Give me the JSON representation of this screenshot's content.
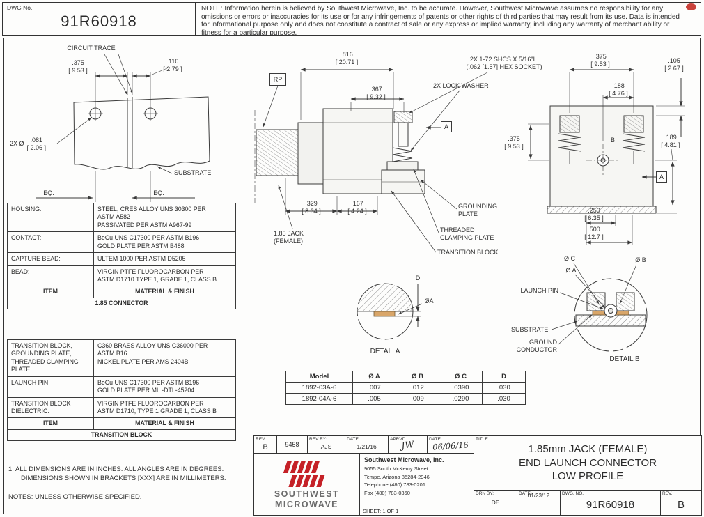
{
  "colors": {
    "logo_red": "#c52127",
    "mark_red": "#c9423b",
    "copper": "#d9a669"
  },
  "header": {
    "dwg_no_label": "DWG No.:",
    "dwg_no": "91R60918",
    "note": "NOTE: Information herein is believed by Southwest Microwave, Inc. to be accurate. However, Southwest Microwave assumes no responsibility for any omissions or errors or inaccuracies for its use or for any infringements of patents or other rights of third parties that may result from its use.  Data is intended for informational purpose only and does not constitute a contract of sale or any express or implied warranty, including any warranty of merchant ability or fitness for a particular purpose."
  },
  "circuit_view": {
    "title": "CIRCUIT TRACE",
    "dim_pitch": ".375\n[ 9.53 ]",
    "dim_trace": ".110\n[ 2.79 ]",
    "hole_prefix": "2X Ø",
    "hole_dim": ".081\n[ 2.06 ]",
    "substrate": "SUBSTRATE",
    "eq_left": "EQ.",
    "eq_right": "EQ."
  },
  "side_view": {
    "dim_816": ".816\n[ 20.71 ]",
    "rp": "RP",
    "dim_367": ".367\n[ 9.32 ]",
    "shcs_note": "2X 1-72 SHCS X 5/16\"L.\n(.062 [1.57] HEX SOCKET)",
    "lock_washer": "2X LOCK WASHER",
    "section_a": "A",
    "dim_329": ".329\n[ 8.34 ]",
    "dim_167": ".167\n[ 4.24 ]",
    "jack_label": "1.85 JACK\n(FEMALE)",
    "grounding_plate": "GROUNDING\nPLATE",
    "clamping_plate": "THREADED\nCLAMPING PLATE",
    "transition_block": "TRANSITION BLOCK"
  },
  "front_view": {
    "dim_375_top": ".375\n[ 9.53 ]",
    "dim_188": ".188\n[ 4.76 ]",
    "dim_105": ".105\n[ 2.67 ]",
    "dim_189": ".189\n[ 4.81 ]",
    "dim_375_left": ".375\n[ 9.53 ]",
    "b_label": "B",
    "dim_250": ".250\n[ 6.35 ]",
    "dim_500": ".500\n[ 12.7 ]",
    "section_a": "A"
  },
  "detail_a": {
    "d_label": "D",
    "dia_a": "ØA",
    "caption": "DETAIL A"
  },
  "detail_b": {
    "dia_c": "Ø C",
    "dia_a": "Ø A",
    "dia_b": "Ø B",
    "launch_pin": "LAUNCH PIN",
    "substrate": "SUBSTRATE",
    "ground_conductor": "GROUND\nCONDUCTOR",
    "caption": "DETAIL B"
  },
  "connector_table": {
    "rows": [
      {
        "item": "HOUSING:",
        "material": "STEEL, CRES ALLOY UNS 30300 PER\nASTM A582\nPASSIVATED PER ASTM A967-99"
      },
      {
        "item": "CONTACT:",
        "material": "BeCu UNS C17300 PER ASTM B196\nGOLD PLATE PER ASTM B488"
      },
      {
        "item": "CAPTURE BEAD:",
        "material": "ULTEM 1000 PER ASTM D5205"
      },
      {
        "item": "BEAD:",
        "material": "VIRGIN PTFE FLUOROCARBON PER\nASTM D1710 TYPE 1, GRADE 1, CLASS B"
      }
    ],
    "item_header": "ITEM",
    "material_header": "MATERIAL & FINISH",
    "footer": "1.85 CONNECTOR"
  },
  "transition_table": {
    "rows": [
      {
        "item": "TRANSITION BLOCK,\nGROUNDING PLATE,\nTHREADED CLAMPING\nPLATE:",
        "material": "C360 BRASS ALLOY UNS C36000 PER\nASTM B16.\nNICKEL PLATE PER AMS 2404B"
      },
      {
        "item": "LAUNCH PIN:",
        "material": "BeCu UNS C17300 PER ASTM B196\nGOLD PLATE PER MIL-DTL-45204"
      },
      {
        "item": "TRANSITION BLOCK\nDIELECTRIC:",
        "material": "VIRGIN PTFE FLUOROCARBON PER\nASTM D1710, TYPE 1 GRADE 1, CLASS B"
      }
    ],
    "item_header": "ITEM",
    "material_header": "MATERIAL & FINISH",
    "footer": "TRANSITION BLOCK"
  },
  "model_table": {
    "headers": [
      "Model",
      "Ø A",
      "Ø B",
      "Ø C",
      "D"
    ],
    "rows": [
      [
        "1892-03A-6",
        ".007",
        ".012",
        ".0390",
        ".030"
      ],
      [
        "1892-04A-6",
        ".005",
        ".009",
        ".0290",
        ".030"
      ]
    ]
  },
  "notes": {
    "note1": "1.  ALL DIMENSIONS ARE IN INCHES.  ALL ANGLES ARE IN DEGREES.",
    "note1b": "DIMENSIONS SHOWN IN BRACKETS [XXX] ARE IN MILLIMETERS.",
    "notes_line": "NOTES: UNLESS OTHERWISE SPECIFIED."
  },
  "title_block": {
    "rev_label": "REV",
    "rev_value": "B",
    "ecn": "9458",
    "rev_by_label": "REV BY:",
    "rev_by": "AJS",
    "date1_label": "DATE:",
    "date1": "1/21/16",
    "aprvd_label": "APRVD.",
    "aprvd_sig": "JW",
    "date2_label": "DATE:",
    "date2": "06/06/16",
    "title_label": "TITLE",
    "title": "1.85mm JACK (FEMALE)\nEND LAUNCH CONNECTOR\nLOW PROFILE",
    "logo_line1": "SOUTHWEST",
    "logo_line2": "MICROWAVE",
    "company_name": "Southwest Microwave, Inc.",
    "address1": "9055 South McKemy Street",
    "address2": "Tempe, Arizona 85284-2946",
    "phone": "Telephone (480) 783-0201",
    "fax": "Fax (480) 783-0360",
    "sheet": "SHEET: 1 OF 1",
    "drn_by_label": "DRN BY:",
    "drn_by": "DE",
    "date3_label": "DATE:",
    "date3": "01/23/12",
    "dwg_no_label": "DWG. NO.",
    "dwg_no": "91R60918",
    "rev2_label": "REV.",
    "rev2_value": "B"
  }
}
